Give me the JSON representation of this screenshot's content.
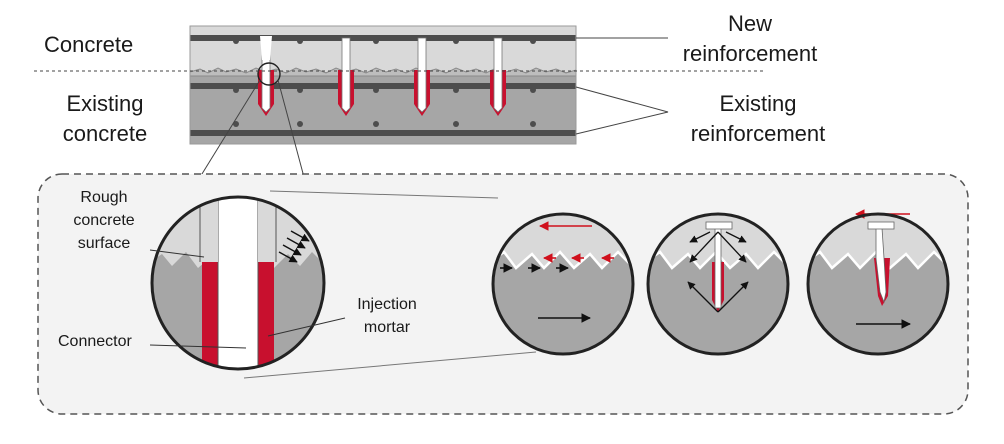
{
  "labels": {
    "concrete": "Concrete",
    "existing_concrete_line1": "Existing",
    "existing_concrete_line2": "concrete",
    "new_reinforcement_line1": "New",
    "new_reinforcement_line2": "reinforcement",
    "existing_reinforcement_line1": "Existing",
    "existing_reinforcement_line2": "reinforcement",
    "rough_surface_line1": "Rough",
    "rough_surface_line2": "concrete",
    "rough_surface_line3": "surface",
    "connector": "Connector",
    "injection_mortar_line1": "Injection",
    "injection_mortar_line2": "mortar"
  },
  "colors": {
    "new_concrete": "#d9d9d9",
    "existing_concrete": "#a6a6a6",
    "rebar": "#4d4d4d",
    "mortar": "#c8102e",
    "connector": "#ffffff",
    "arrow_black": "#111111",
    "arrow_red": "#d0101c"
  }
}
